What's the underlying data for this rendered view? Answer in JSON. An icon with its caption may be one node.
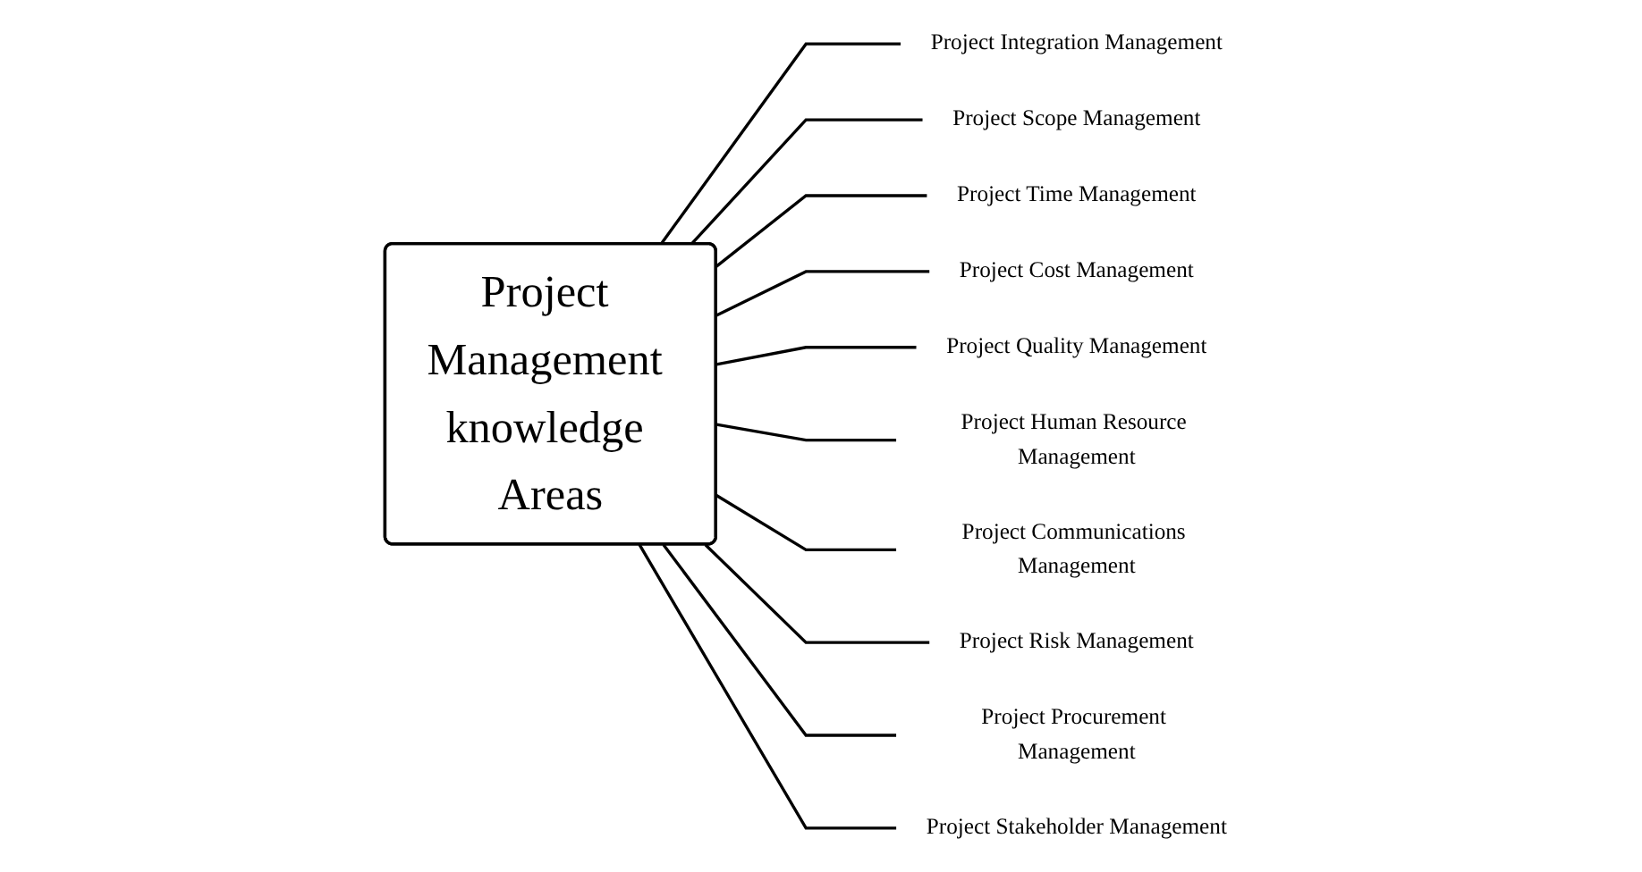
{
  "diagram": {
    "nodes": [
      {
        "text": [
          "Project Management knowledge Areas"
        ]
      },
      {
        "text": [
          "Project Integration Management"
        ]
      },
      {
        "text": [
          "Project Scope Management"
        ]
      },
      {
        "text": [
          "Project Time Management"
        ]
      },
      {
        "text": [
          "Project Cost Management"
        ]
      },
      {
        "text": [
          "Project Quality Management"
        ]
      },
      {
        "text": [
          "Project Human Resource Management"
        ]
      },
      {
        "text": [
          "Project Communications Management"
        ]
      },
      {
        "text": [
          "Project Risk Management"
        ]
      },
      {
        "text": [
          "Project Procurement Management"
        ]
      },
      {
        "text": [
          "Project Stakeholder Management"
        ]
      }
    ],
    "edges": [
      {
        "from": 0,
        "to": 1,
        "arrow": "none"
      },
      {
        "from": 0,
        "to": 2,
        "arrow": "none"
      },
      {
        "from": 0,
        "to": 3,
        "arrow": "none"
      },
      {
        "from": 0,
        "to": 4,
        "arrow": "none"
      },
      {
        "from": 0,
        "to": 5,
        "arrow": "none"
      },
      {
        "from": 0,
        "to": 6,
        "arrow": "none"
      },
      {
        "from": 0,
        "to": 7,
        "arrow": "none"
      },
      {
        "from": 0,
        "to": 8,
        "arrow": "none"
      },
      {
        "from": 0,
        "to": 9,
        "arrow": "none"
      },
      {
        "from": 0,
        "to": 10,
        "arrow": "none"
      }
    ]
  }
}
